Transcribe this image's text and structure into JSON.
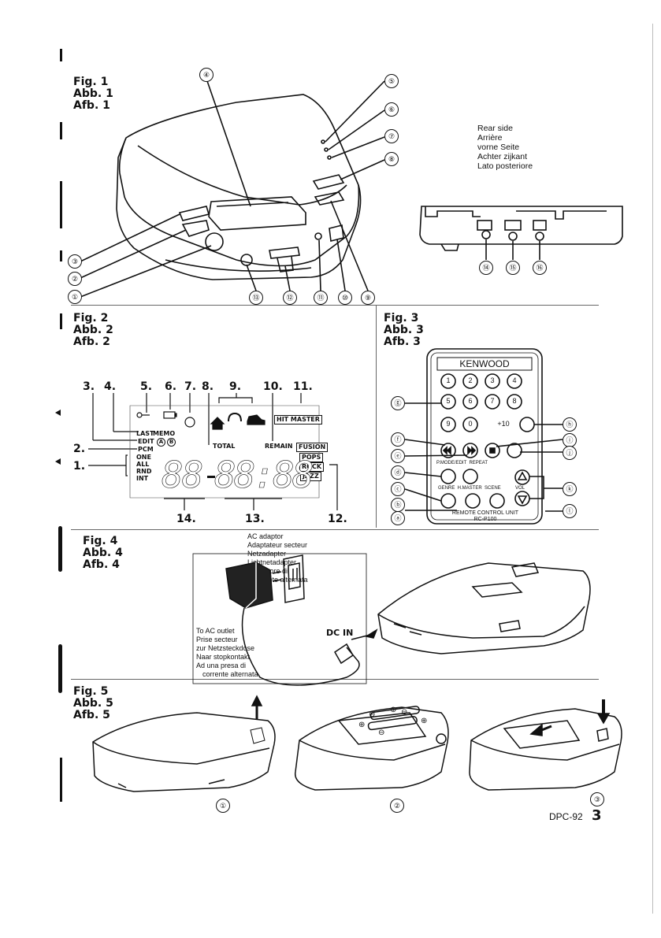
{
  "fig1": {
    "titles": [
      "Fig. 1",
      "Abb. 1",
      "Afb. 1"
    ],
    "callouts_left": [
      "③",
      "②",
      "①"
    ],
    "callouts_right": [
      "⑤",
      "⑥",
      "⑦",
      "⑧"
    ],
    "callout_top": "④",
    "callouts_bottom": [
      "⑬",
      "⑫",
      "⑪",
      "⑩",
      "⑨"
    ],
    "rear_labels": [
      "Rear side",
      "Arrière",
      "vorne Seite",
      "Achter zijkant",
      "Lato posteriore"
    ],
    "rear_callouts": [
      "⑭",
      "⑮",
      "⑯"
    ]
  },
  "fig2": {
    "titles": [
      "Fig. 2",
      "Abb. 2",
      "Afb. 2"
    ],
    "top_numbers": [
      "3.",
      "4.",
      "5.",
      "6.",
      "7.",
      "8.",
      "9.",
      "10.",
      "11."
    ],
    "left_numbers": [
      "2.",
      "1."
    ],
    "bottom_numbers": [
      "14.",
      "13.",
      "12."
    ],
    "lcd": {
      "last": "LAST",
      "memo": "MEMO",
      "edit": "EDIT",
      "a": "A",
      "b": "B",
      "pcm": "PCM",
      "modes": [
        "ONE",
        "ALL",
        "RND",
        "INT"
      ],
      "total": "TOTAL",
      "remain": "REMAIN",
      "hit_master": "HIT MASTER",
      "genres": [
        "FUSION",
        "POPS",
        "ROCK",
        "JAZZ"
      ],
      "track": "88",
      "time": "88:88"
    }
  },
  "fig3": {
    "titles": [
      "Fig. 3",
      "Abb. 3",
      "Afb. 3"
    ],
    "brand": "KENWOOD",
    "keys": [
      "1",
      "2",
      "3",
      "4",
      "5",
      "6",
      "7",
      "8",
      "9",
      "0",
      "+10"
    ],
    "labels_row1": "P.MODE/EDIT  REPEAT",
    "labels_row2": "GENRE  H.MASTER  SCENE",
    "vol": "VOL",
    "unit_name": "REMOTE CONTROL UNIT",
    "model": "RC-P100",
    "callouts_left": [
      "ⓖ",
      "ⓕ",
      "ⓔ",
      "ⓓ",
      "ⓒ",
      "ⓑ",
      "ⓐ"
    ],
    "callouts_right": [
      "ⓗ",
      "ⓘ",
      "ⓙ",
      "ⓚ",
      "ⓛ"
    ]
  },
  "fig4": {
    "titles": [
      "Fig. 4",
      "Abb. 4",
      "Afb. 4"
    ],
    "adaptor_labels": [
      "AC adaptor",
      "Adaptateur secteur",
      "Netzadapter",
      "Lichtnetadapter",
      "Adattatore di",
      "corrente alternata"
    ],
    "outlet_labels": [
      "To AC outlet",
      "Prise secteur",
      "zur Netzsteckdose",
      "Naar stopkontakt",
      "Ad una presa di",
      "corrente alternata"
    ],
    "dc_in": "DC IN"
  },
  "fig5": {
    "titles": [
      "Fig. 5",
      "Abb. 5",
      "Afb. 5"
    ],
    "steps": [
      "①",
      "②",
      "③"
    ],
    "polarity": [
      "⊖",
      "⊕",
      "⊖",
      "⊕",
      "⊕",
      "⊖"
    ]
  },
  "footer": {
    "model": "DPC-92",
    "page": "3"
  }
}
